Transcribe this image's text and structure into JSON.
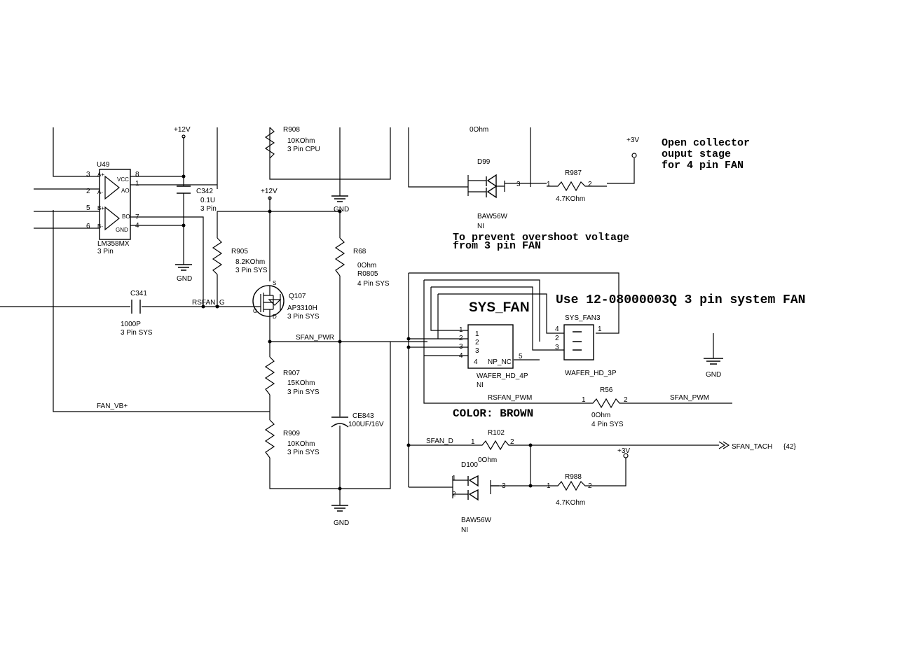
{
  "title": "SYS_FAN",
  "notes": {
    "open_collector": [
      "Open collector",
      "ouput stage",
      "for 4 pin FAN"
    ],
    "overshoot": [
      "To prevent overshoot voltage",
      "from 3 pin FAN"
    ],
    "use_fan": "Use 12-08000003Q 3 pin system FAN",
    "color": "COLOR: BROWN"
  },
  "nets": {
    "p12v_a": "+12V",
    "p12v_b": "+12V",
    "p3v_a": "+3V",
    "p3v_b": "+3V",
    "gnd_top": "GND",
    "gnd_mid": "GND",
    "gnd_bottom": "GND",
    "gnd_right": "GND",
    "rsfan_g": "RSFAN_G",
    "sfan_pwr": "SFAN_PWR",
    "fan_vb": "FAN_VB+",
    "rsfan_pwm": "RSFAN_PWM",
    "sfan_pwm": "SFAN_PWM",
    "sfan_d": "SFAN_D",
    "sfan_tach": "SFAN_TACH",
    "sfan_tach_ref": "{42}"
  },
  "parts": {
    "u49": {
      "ref": "U49",
      "value": "LM358MX",
      "note": "3 Pin",
      "pins": [
        "A+",
        "A-",
        "VCC",
        "AO",
        "B+",
        "B-",
        "BO",
        "GND"
      ],
      "pin_numbers": [
        "3",
        "2",
        "8",
        "1",
        "5",
        "6",
        "7",
        "4"
      ]
    },
    "c342": {
      "ref": "C342",
      "value": "0.1U",
      "note": "3 Pin"
    },
    "r908": {
      "ref": "R908",
      "value": "10KOhm",
      "note": "3 Pin CPU"
    },
    "r905": {
      "ref": "R905",
      "value": "8.2KOhm",
      "note": "3 Pin SYS"
    },
    "c341": {
      "ref": "C341",
      "value": "1000P",
      "note": "3 Pin SYS"
    },
    "q107": {
      "ref": "Q107",
      "value": "AP3310H",
      "note": "3 Pin SYS",
      "pins": [
        "S",
        "G",
        "D"
      ]
    },
    "r68": {
      "ref": "R68",
      "value": "0Ohm",
      "footprint": "R0805",
      "note": "4 Pin SYS"
    },
    "r907": {
      "ref": "R907",
      "value": "15KOhm",
      "note": "3 Pin SYS"
    },
    "r909": {
      "ref": "R909",
      "value": "10KOhm",
      "note": "3 Pin SYS"
    },
    "ce843": {
      "ref": "CE843",
      "value": "100UF/16V"
    },
    "d99": {
      "ref": "D99",
      "value": "BAW56W",
      "note": "NI"
    },
    "r987": {
      "ref": "R987",
      "value": "4.7KOhm"
    },
    "top_0ohm": {
      "value": "0Ohm"
    },
    "wafer4": {
      "value": "WAFER_HD_4P",
      "note": "NI",
      "pin5": "NP_NC"
    },
    "sys_fan3": {
      "ref": "SYS_FAN3",
      "value": "WAFER_HD_3P"
    },
    "r56": {
      "ref": "R56",
      "value": "0Ohm",
      "note": "4 Pin SYS"
    },
    "r102": {
      "ref": "R102",
      "value": "0Ohm"
    },
    "d100": {
      "ref": "D100",
      "value": "BAW56W",
      "note": "NI"
    },
    "r988": {
      "ref": "R988",
      "value": "4.7KOhm"
    }
  }
}
